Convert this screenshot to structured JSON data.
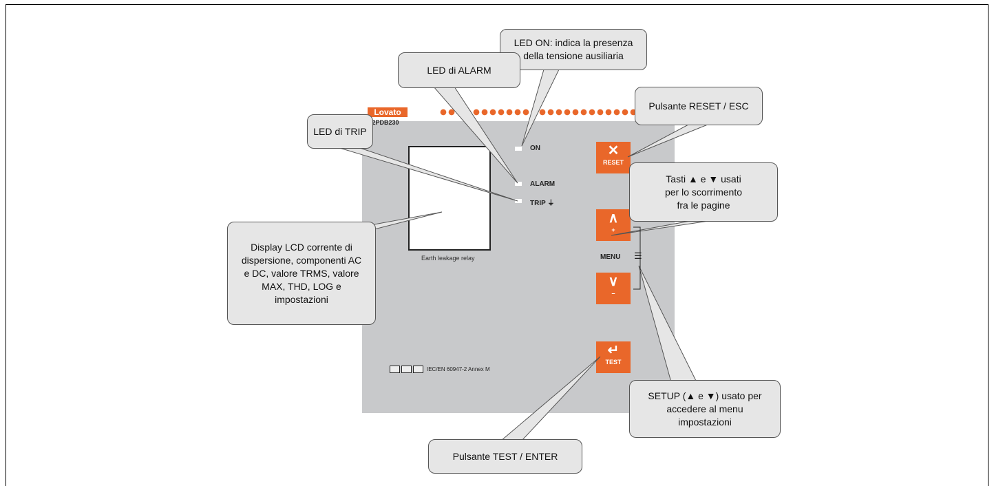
{
  "device": {
    "brand": "Lovato",
    "model": "M2PDB230",
    "lcd_caption": "Earth leakage relay",
    "leds": [
      {
        "id": "on",
        "label": "ON"
      },
      {
        "id": "alarm",
        "label": "ALARM"
      },
      {
        "id": "trip",
        "label": "TRIP ⏚"
      }
    ],
    "buttons": {
      "reset": {
        "glyph": "✕",
        "label": "RESET"
      },
      "up": {
        "glyph": "∧",
        "label": "+"
      },
      "down": {
        "glyph": "∨",
        "label": "–"
      },
      "test": {
        "glyph": "↵",
        "label": "TEST"
      }
    },
    "menu_label": "MENU",
    "certification": "IEC/EN 60947-2 Annex M",
    "colors": {
      "accent": "#e9672a",
      "panel": "#c8c9cb",
      "callout": "#e6e6e6"
    }
  },
  "callouts": {
    "led_on": "LED ON: indica la presenza\ndella tensione ausiliaria",
    "led_alarm": "LED di ALARM",
    "led_trip": "LED di TRIP",
    "reset_esc": "Pulsante RESET / ESC",
    "scroll": "Tasti ▲ e ▼ usati\nper lo scorrimento\nfra le pagine",
    "lcd": "Display LCD corrente di\ndispersione, componenti AC\ne DC, valore TRMS, valore\nMAX, THD, LOG e\nimpostazioni",
    "setup": "SETUP (▲ e ▼) usato per\naccedere al menu\nimpostazioni",
    "test_enter": "Pulsante TEST / ENTER"
  }
}
